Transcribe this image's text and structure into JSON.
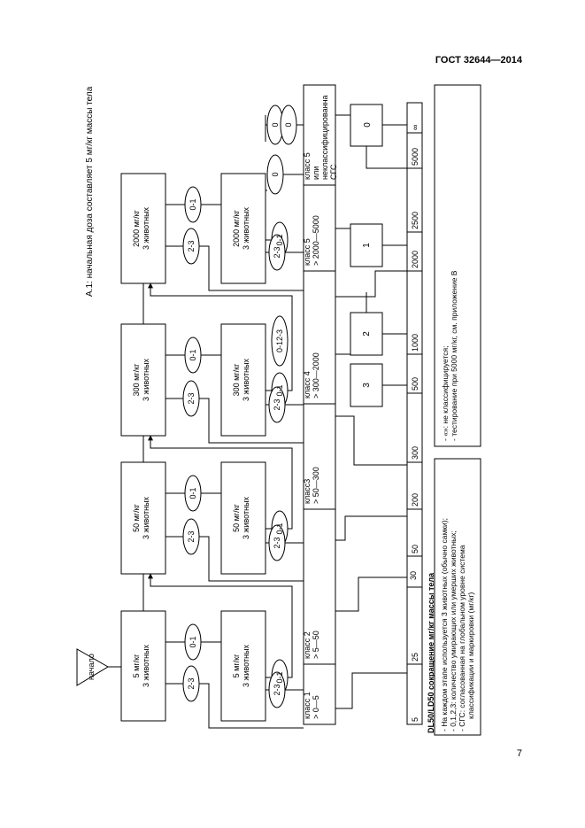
{
  "page": {
    "standard": "ГОСТ 32644—2014",
    "page_number": "7",
    "figure_caption": "А.1: начальная доза составляет 5 мг/кг массы тела"
  },
  "start_label": "начало",
  "steps": [
    {
      "dose": "5 мг/кг",
      "animals": "3 животных"
    },
    {
      "dose": "50 мг/кг",
      "animals": "3 животных"
    },
    {
      "dose": "300 мг/кг",
      "animals": "3 животных"
    },
    {
      "dose": "2000 мг/кг",
      "animals": "3 животных"
    }
  ],
  "outcomes": {
    "low": "0-1",
    "high": "2-3",
    "mid": "0-12-3",
    "zero": "0"
  },
  "classes": [
    {
      "name": "класс 1",
      "range": "> 0—5"
    },
    {
      "name": "класс 2",
      "range": "> 5—50"
    },
    {
      "name": "класс3",
      "range": "> 50—300"
    },
    {
      "name": "класс 4",
      "range": "> 300—2000"
    },
    {
      "name": "класс 5",
      "range": "> 2000—5000"
    },
    {
      "name": "класс 5",
      "line2": "или",
      "line3": "неклассифицированна",
      "line4": "СГС"
    }
  ],
  "axis": {
    "ticks": [
      "5",
      "25",
      "30",
      "50",
      "200",
      "300",
      "500",
      "1000",
      "2000",
      "2500",
      "5000",
      "∞"
    ],
    "label": "DL50/LD50 сокращение мг/кг массы тела"
  },
  "result_codes": [
    "3",
    "2",
    "1",
    "0"
  ],
  "legend_left": [
    "- На каждом этапе используется 3 животных (обычно самки);",
    "- 0,1,2,3: количество умирающих или умерших животных;",
    "- СГС: согласованная на глобальном уровне система",
    "классификации и маркировки (мг/кг)"
  ],
  "legend_right": [
    "- «»: не классифицируется;",
    "- тестирование при 5000 мг/кг, см. приложение B"
  ]
}
